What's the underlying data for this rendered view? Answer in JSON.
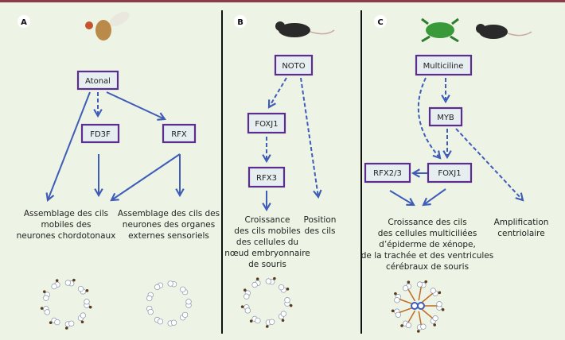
{
  "panels": {
    "a": {
      "label": "A",
      "nodes": {
        "atonal": "Atonal",
        "fd3f": "FD3F",
        "rfx": "RFX"
      },
      "outcomes": {
        "left": [
          "Assemblage des cils",
          "mobiles des",
          "neurones chordotonaux"
        ],
        "right": [
          "Assemblage des cils des",
          "neurones des organes",
          "externes sensoriels"
        ]
      }
    },
    "b": {
      "label": "B",
      "nodes": {
        "noto": "NOTO",
        "foxj1": "FOXJ1",
        "rfx3": "RFX3"
      },
      "outcomes": {
        "left": [
          "Croissance",
          "des cils mobiles",
          "des cellules du",
          "nœud embryonnaire",
          "de souris"
        ],
        "right": [
          "Position",
          "des cils"
        ]
      }
    },
    "c": {
      "label": "C",
      "nodes": {
        "multiciline": "Multiciline",
        "myb": "MYB",
        "foxj1": "FOXJ1",
        "rfx23": "RFX2/3"
      },
      "outcomes": {
        "left": [
          "Croissance des cils",
          "des cellules multiciliées",
          "d’épiderme de xénope,",
          "de la trachée et des ventricules",
          "cérébraux de souris"
        ],
        "right": [
          "Amplification",
          "centriolaire"
        ]
      }
    }
  },
  "colors": {
    "background": "#eef4e5",
    "box_border": "#5b2d8e",
    "arrow": "#3e5cb8",
    "top_rule": "#8a3a4a"
  },
  "icons": [
    "fly-image",
    "mouse-image",
    "frog-image",
    "cilia-ring-image"
  ]
}
